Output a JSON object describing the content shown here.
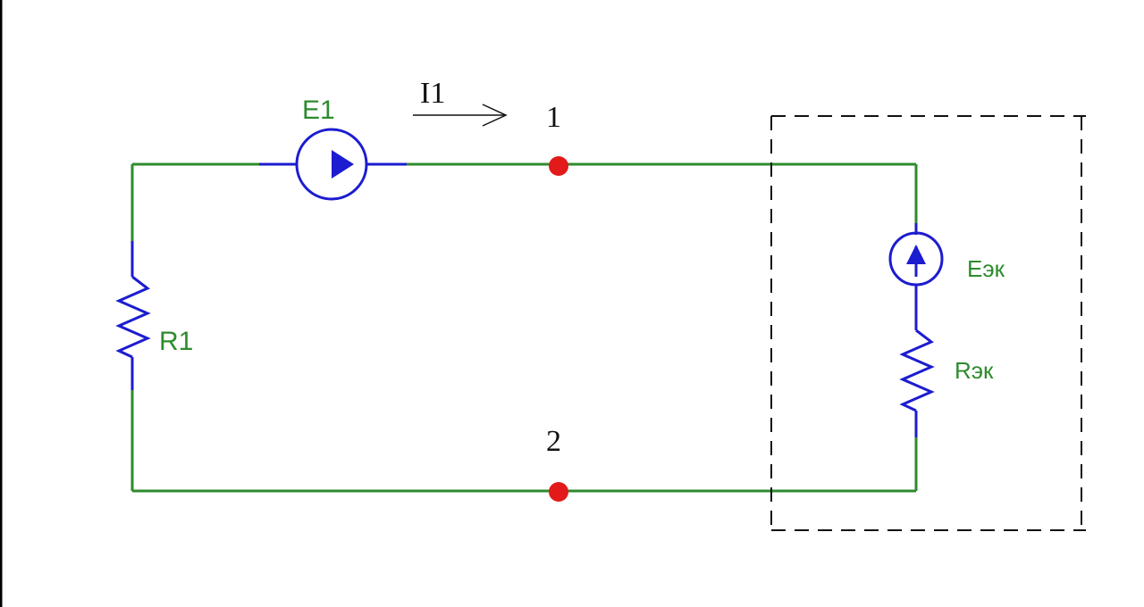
{
  "diagram": {
    "current_label": "I1",
    "node_top": "1",
    "node_bottom": "2",
    "source_label": "E1",
    "resistor_label": "R1",
    "eq_source_label": "Eэк",
    "eq_resistor_label": "Rэк",
    "colors": {
      "wire": "#2e8b2e",
      "component": "#1c1cd0",
      "node": "#e21a1a",
      "frame": "#111111"
    }
  }
}
